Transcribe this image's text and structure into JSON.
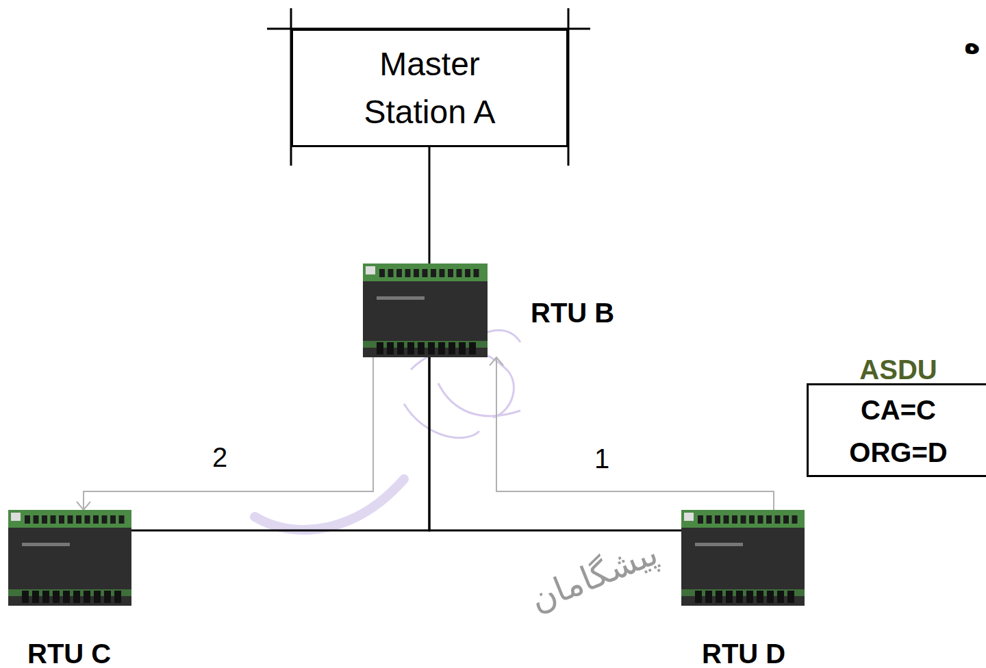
{
  "diagram": {
    "nodes": [
      {
        "text": [
          "Master Station A"
        ]
      },
      {
        "text": [
          "RTU B"
        ]
      },
      {
        "text": [
          "RTU C"
        ]
      },
      {
        "text": [
          "RTU D"
        ]
      },
      {
        "text": [
          "ASDU",
          "CA=C",
          "ORG=D"
        ]
      }
    ],
    "edges": [
      {
        "from": 0,
        "to": 1,
        "arrow": "none"
      },
      {
        "from": 1,
        "to": 2,
        "arrow": "none"
      },
      {
        "from": 1,
        "to": 3,
        "arrow": "none"
      },
      {
        "from": 3,
        "to": 1,
        "arrow": "to",
        "label": "1"
      },
      {
        "from": 1,
        "to": 2,
        "arrow": "to",
        "label": "2"
      }
    ],
    "labels": [
      "پیشگامان",
      "ه"
    ]
  }
}
